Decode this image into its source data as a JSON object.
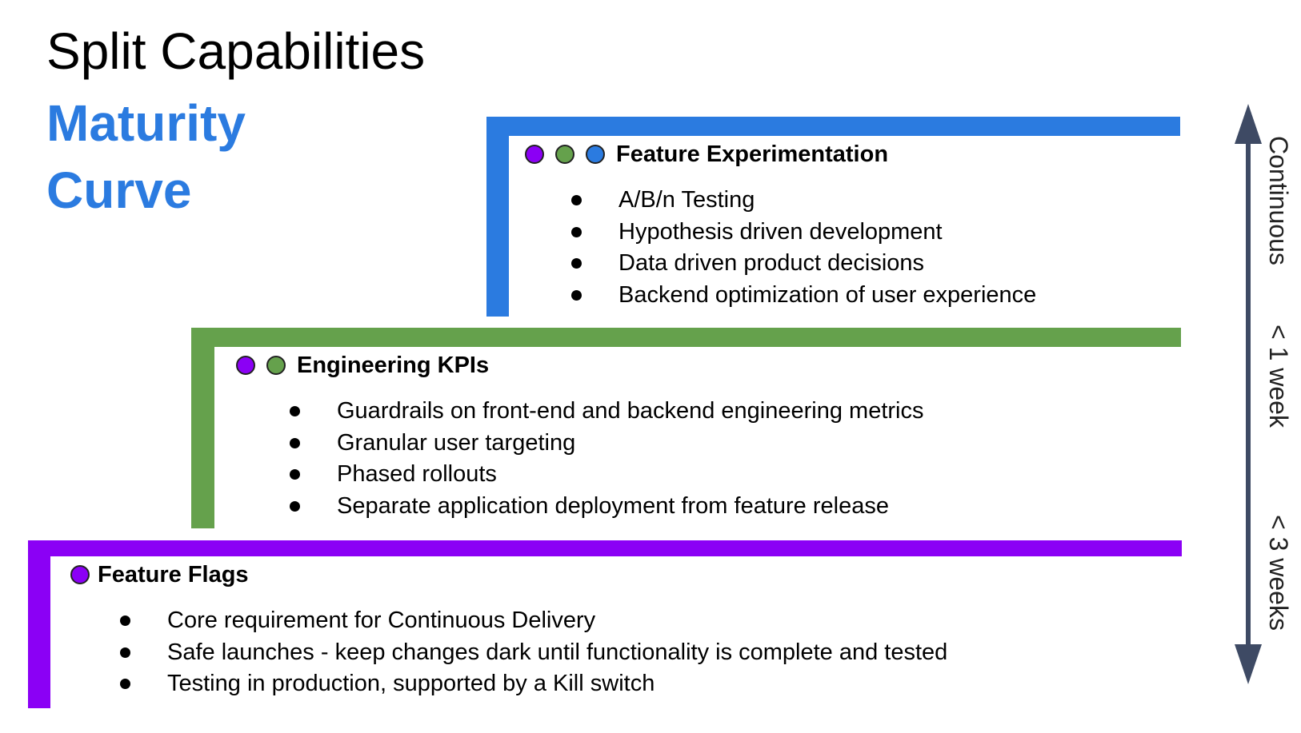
{
  "title": "Split Capabilities",
  "subtitle": "Maturity Curve",
  "colors": {
    "blue": "#2b7be0",
    "green": "#65a14c",
    "purple": "#8b00f5",
    "arrow": "#3e4a64"
  },
  "tiers": [
    {
      "title": "Feature Experimentation",
      "dots": [
        "purple",
        "green",
        "blue"
      ],
      "bullets": [
        "A/B/n Testing",
        "Hypothesis driven development",
        "Data driven product decisions",
        "Backend optimization of user experience"
      ]
    },
    {
      "title": "Engineering KPIs",
      "dots": [
        "purple",
        "green"
      ],
      "bullets": [
        "Guardrails on front-end and backend engineering metrics",
        "Granular user targeting",
        "Phased rollouts",
        "Separate application deployment from feature release"
      ]
    },
    {
      "title": "Feature Flags",
      "dots": [
        "purple"
      ],
      "bullets": [
        "Core requirement for Continuous Delivery",
        "Safe launches - keep changes dark until functionality is complete and tested",
        "Testing in production, supported by a Kill switch"
      ]
    }
  ],
  "axis": {
    "labels": [
      "Continuous",
      "< 1 week",
      "< 3 weeks"
    ]
  }
}
